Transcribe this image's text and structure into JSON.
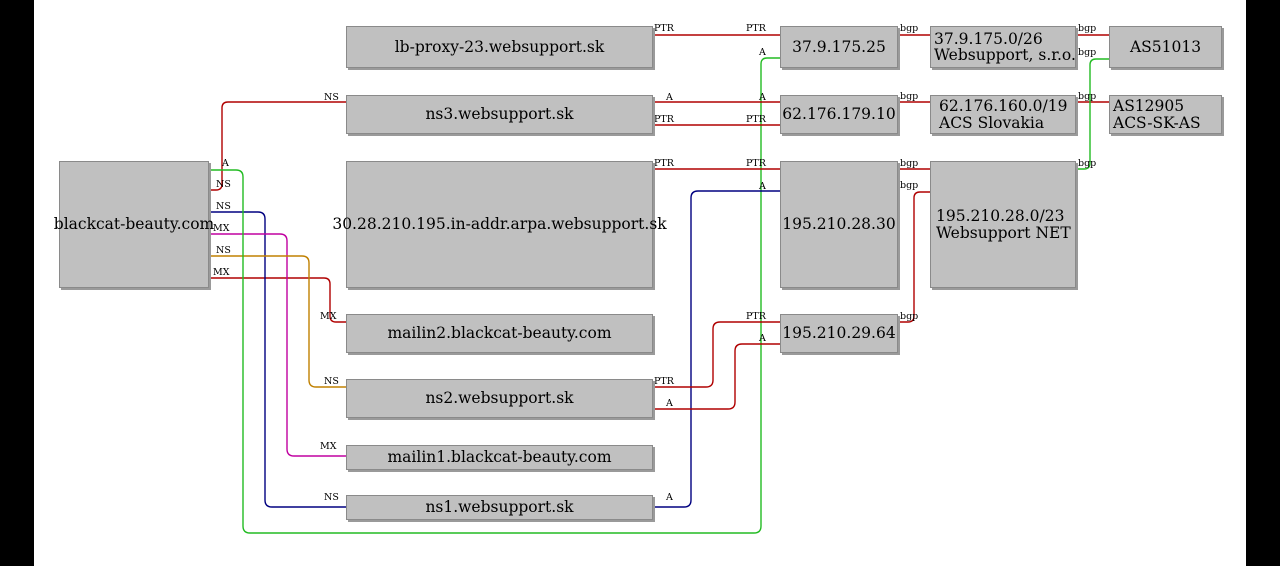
{
  "colors": {
    "red": "#b00000",
    "green": "#22bb22",
    "navy": "#000080",
    "magenta": "#c000a0",
    "orange": "#c08000",
    "node_fill": "#c0c0c0"
  },
  "nodes": {
    "blackcat": "blackcat-beauty.com",
    "lbproxy": "lb-proxy-23.websupport.sk",
    "ns3": "ns3.websupport.sk",
    "inaddr": "30.28.210.195.in-addr.arpa.websupport.sk",
    "mailin2": "mailin2.blackcat-beauty.com",
    "ns2": "ns2.websupport.sk",
    "mailin1": "mailin1.blackcat-beauty.com",
    "ns1": "ns1.websupport.sk",
    "ip37": "37.9.175.25",
    "ip62": "62.176.179.10",
    "ip195_30": "195.210.28.30",
    "ip195_64": "195.210.29.64",
    "net37": [
      "37.9.175.0/26",
      "Websupport, s.r.o."
    ],
    "net62": [
      "62.176.160.0/19",
      "ACS Slovakia"
    ],
    "net195": [
      "195.210.28.0/23",
      "Websupport NET"
    ],
    "as51013": "AS51013",
    "as12905": [
      "AS12905",
      "ACS-SK-AS"
    ]
  },
  "edge_labels": {
    "ptr": "PTR",
    "a": "A",
    "ns": "NS",
    "mx": "MX",
    "bgp": "bgp"
  }
}
